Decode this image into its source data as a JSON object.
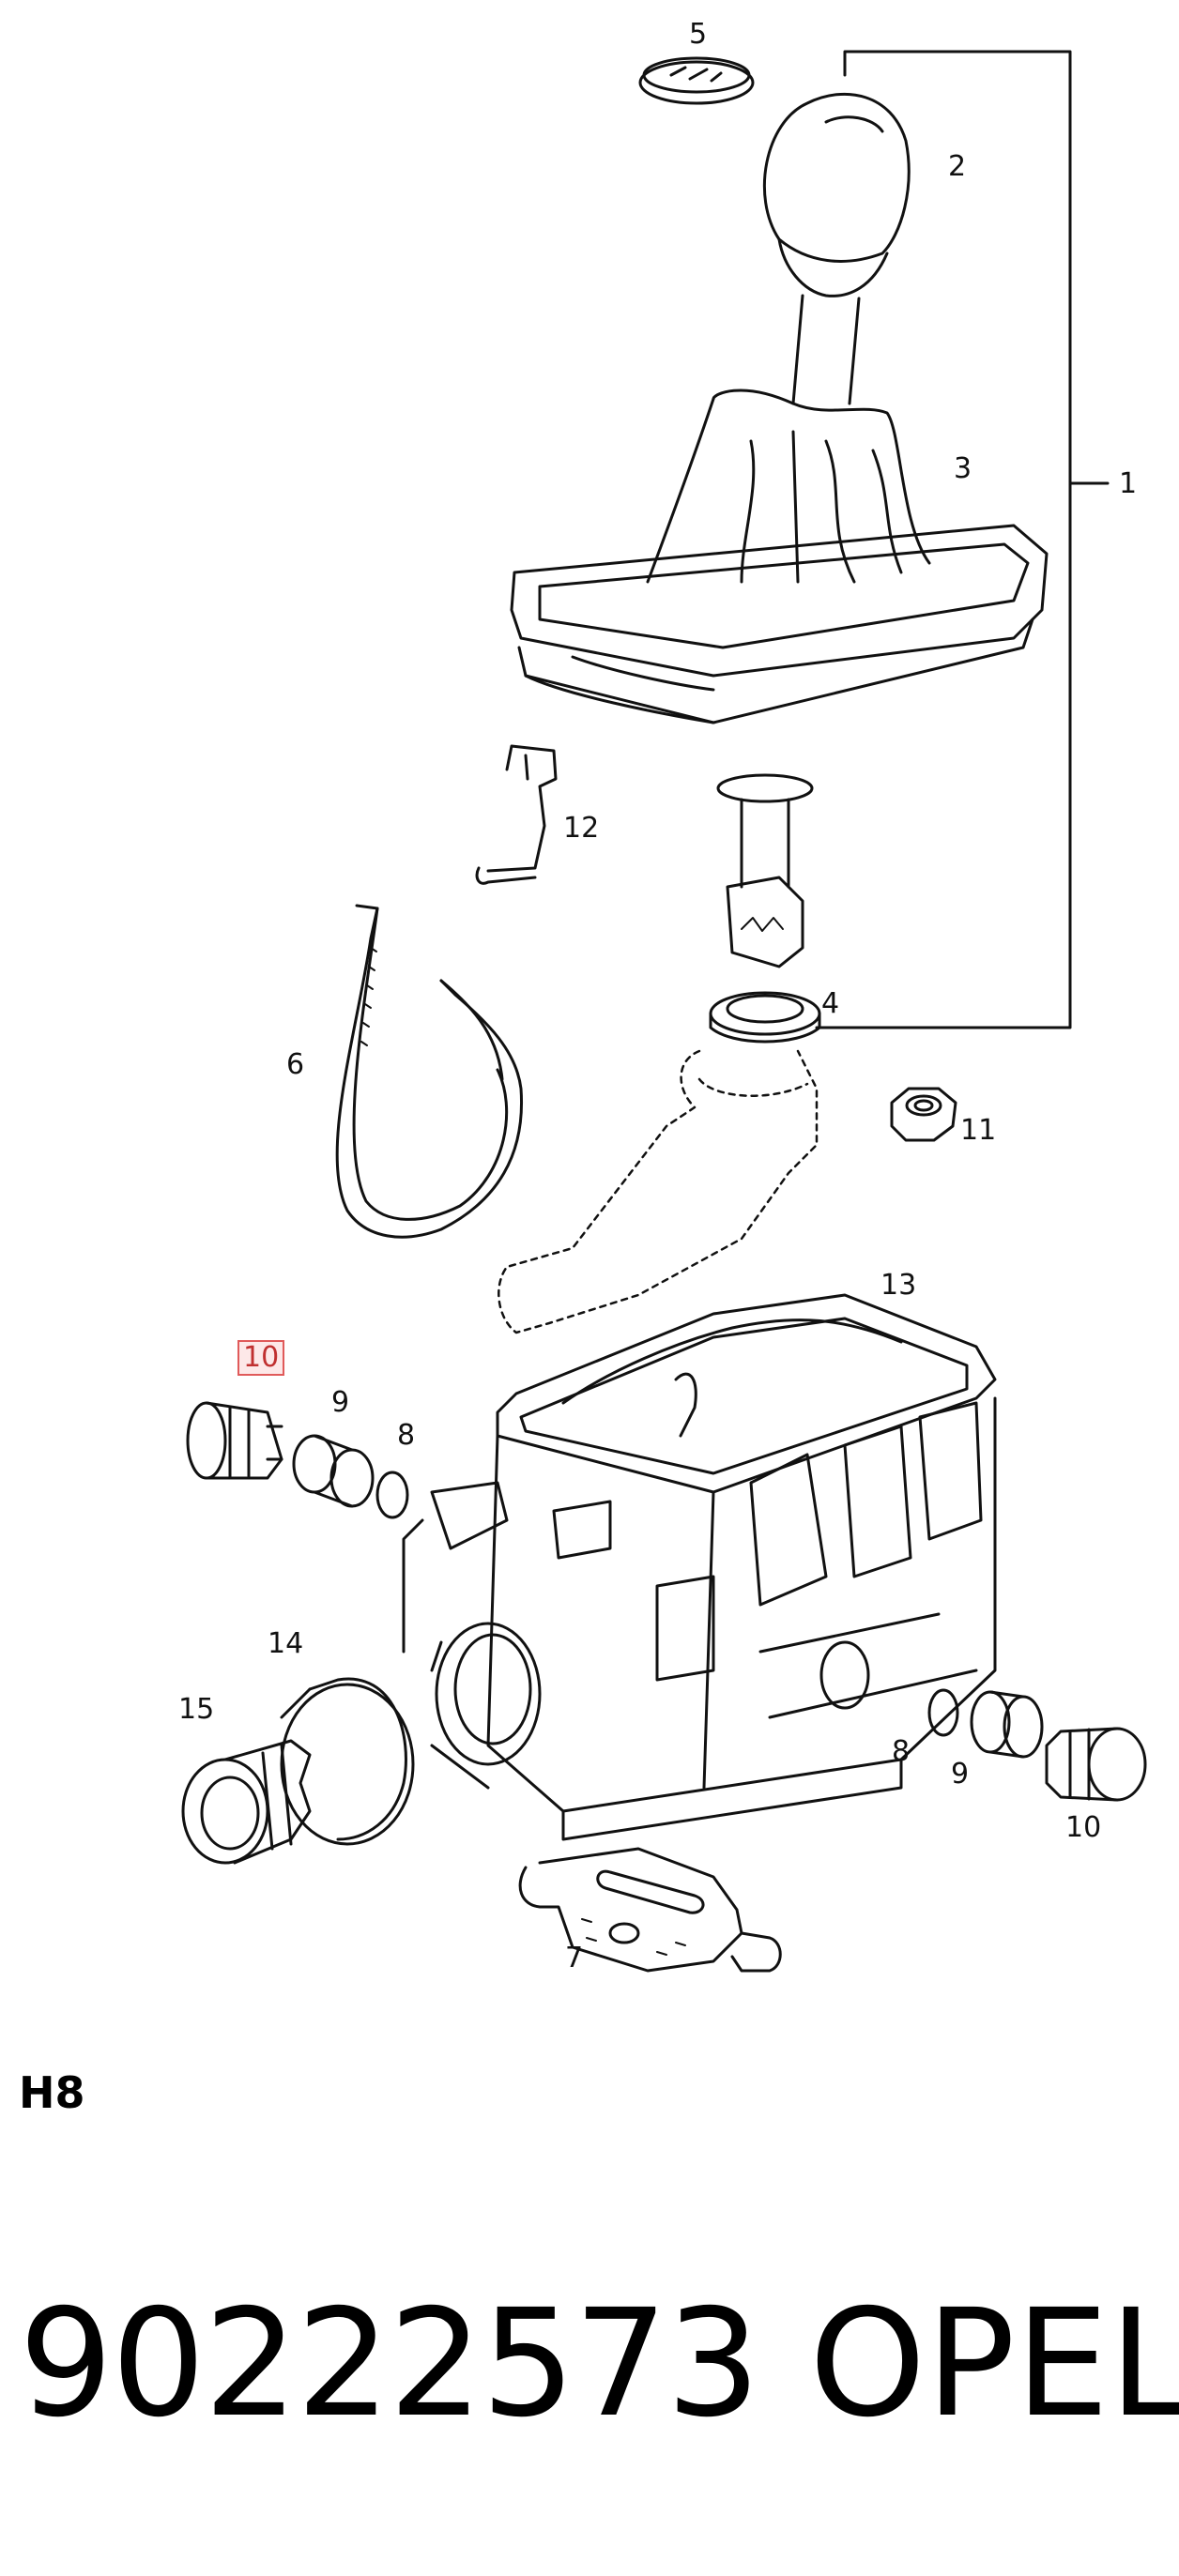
{
  "diagram": {
    "callouts": [
      {
        "id": "c1",
        "text": "1"
      },
      {
        "id": "c2",
        "text": "2"
      },
      {
        "id": "c3",
        "text": "3"
      },
      {
        "id": "c4",
        "text": "4"
      },
      {
        "id": "c5",
        "text": "5"
      },
      {
        "id": "c6",
        "text": "6"
      },
      {
        "id": "c7",
        "text": "7"
      },
      {
        "id": "c8a",
        "text": "8"
      },
      {
        "id": "c8b",
        "text": "8"
      },
      {
        "id": "c9a",
        "text": "9"
      },
      {
        "id": "c9b",
        "text": "9"
      },
      {
        "id": "c10a",
        "text": "10",
        "highlighted": true
      },
      {
        "id": "c10b",
        "text": "10"
      },
      {
        "id": "c11",
        "text": "11"
      },
      {
        "id": "c12",
        "text": "12"
      },
      {
        "id": "c13",
        "text": "13"
      },
      {
        "id": "c14",
        "text": "14"
      },
      {
        "id": "c15",
        "text": "15"
      }
    ],
    "highlight_color": "#e05a5a"
  },
  "footer": {
    "section_code": "H8",
    "part_number": "90222573",
    "brand": "OPEL"
  }
}
